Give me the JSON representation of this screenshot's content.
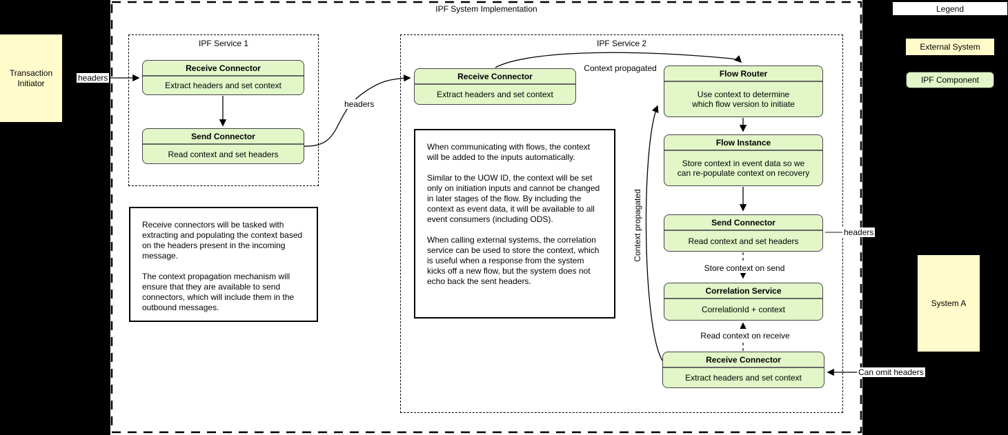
{
  "title": "IPF System Implementation",
  "legend": {
    "title": "Legend",
    "external_system": "External System",
    "ipf_component": "IPF Component"
  },
  "external_systems": {
    "transaction_initiator": {
      "line1": "Transaction",
      "line2": "Initiator"
    },
    "system_a": "System A"
  },
  "service1": {
    "title": "IPF Service 1",
    "receive": {
      "title": "Receive Connector",
      "body": "Extract headers and set context"
    },
    "send": {
      "title": "Send Connector",
      "body": "Read context and set headers"
    },
    "note": {
      "p1": "Receive connectors will be tasked with extracting and populating the context based on the headers present in the incoming message.",
      "p2": "The context propagation mechanism will ensure that they are available to send connectors, which will include them in the outbound messages."
    }
  },
  "service2": {
    "title": "IPF Service 2",
    "receive": {
      "title": "Receive Connector",
      "body": "Extract headers and set context"
    },
    "note": {
      "p1": "When communicating with flows, the context will be added to the inputs automatically.",
      "p2": "Similar to the UOW ID, the context will be set only on initiation inputs and cannot be changed in later stages of the flow. By including the context as event data, it will be available to all event consumers (including ODS).",
      "p3": "When calling external systems, the correlation service can be used to store the context, which is useful when a response from the system kicks off a new flow, but the system does not echo back the sent headers."
    },
    "flow_router": {
      "title": "Flow Router",
      "line1": "Use context to determine",
      "line2": "which flow version to initiate"
    },
    "flow_instance": {
      "title": "Flow Instance",
      "line1": "Store context in event data so we",
      "line2": "can re-populate context on recovery"
    },
    "send": {
      "title": "Send Connector",
      "body": "Read context and set headers"
    },
    "correlation": {
      "title": "Correlation Service",
      "body": "CorrelationId + context"
    },
    "receive_final": {
      "title": "Receive Connector",
      "body": "Extract headers and set context"
    }
  },
  "edge_labels": {
    "headers_in": "headers",
    "headers_between": "headers",
    "headers_out": "headers",
    "context_propagated_top": "Context propagated",
    "context_propagated_side": "Context propagated",
    "store_context_on_send": "Store context on send",
    "read_context_on_receive": "Read context on receive",
    "can_omit_headers": "Can omit headers"
  },
  "colors": {
    "background": "#000000",
    "canvas": "#FFFFFF",
    "external_fill": "#FFFBCB",
    "component_fill": "#E2F6C8",
    "component_border": "#444444",
    "component_divider": "#666666",
    "note_border": "#000000",
    "connector_gray": "#666666"
  }
}
